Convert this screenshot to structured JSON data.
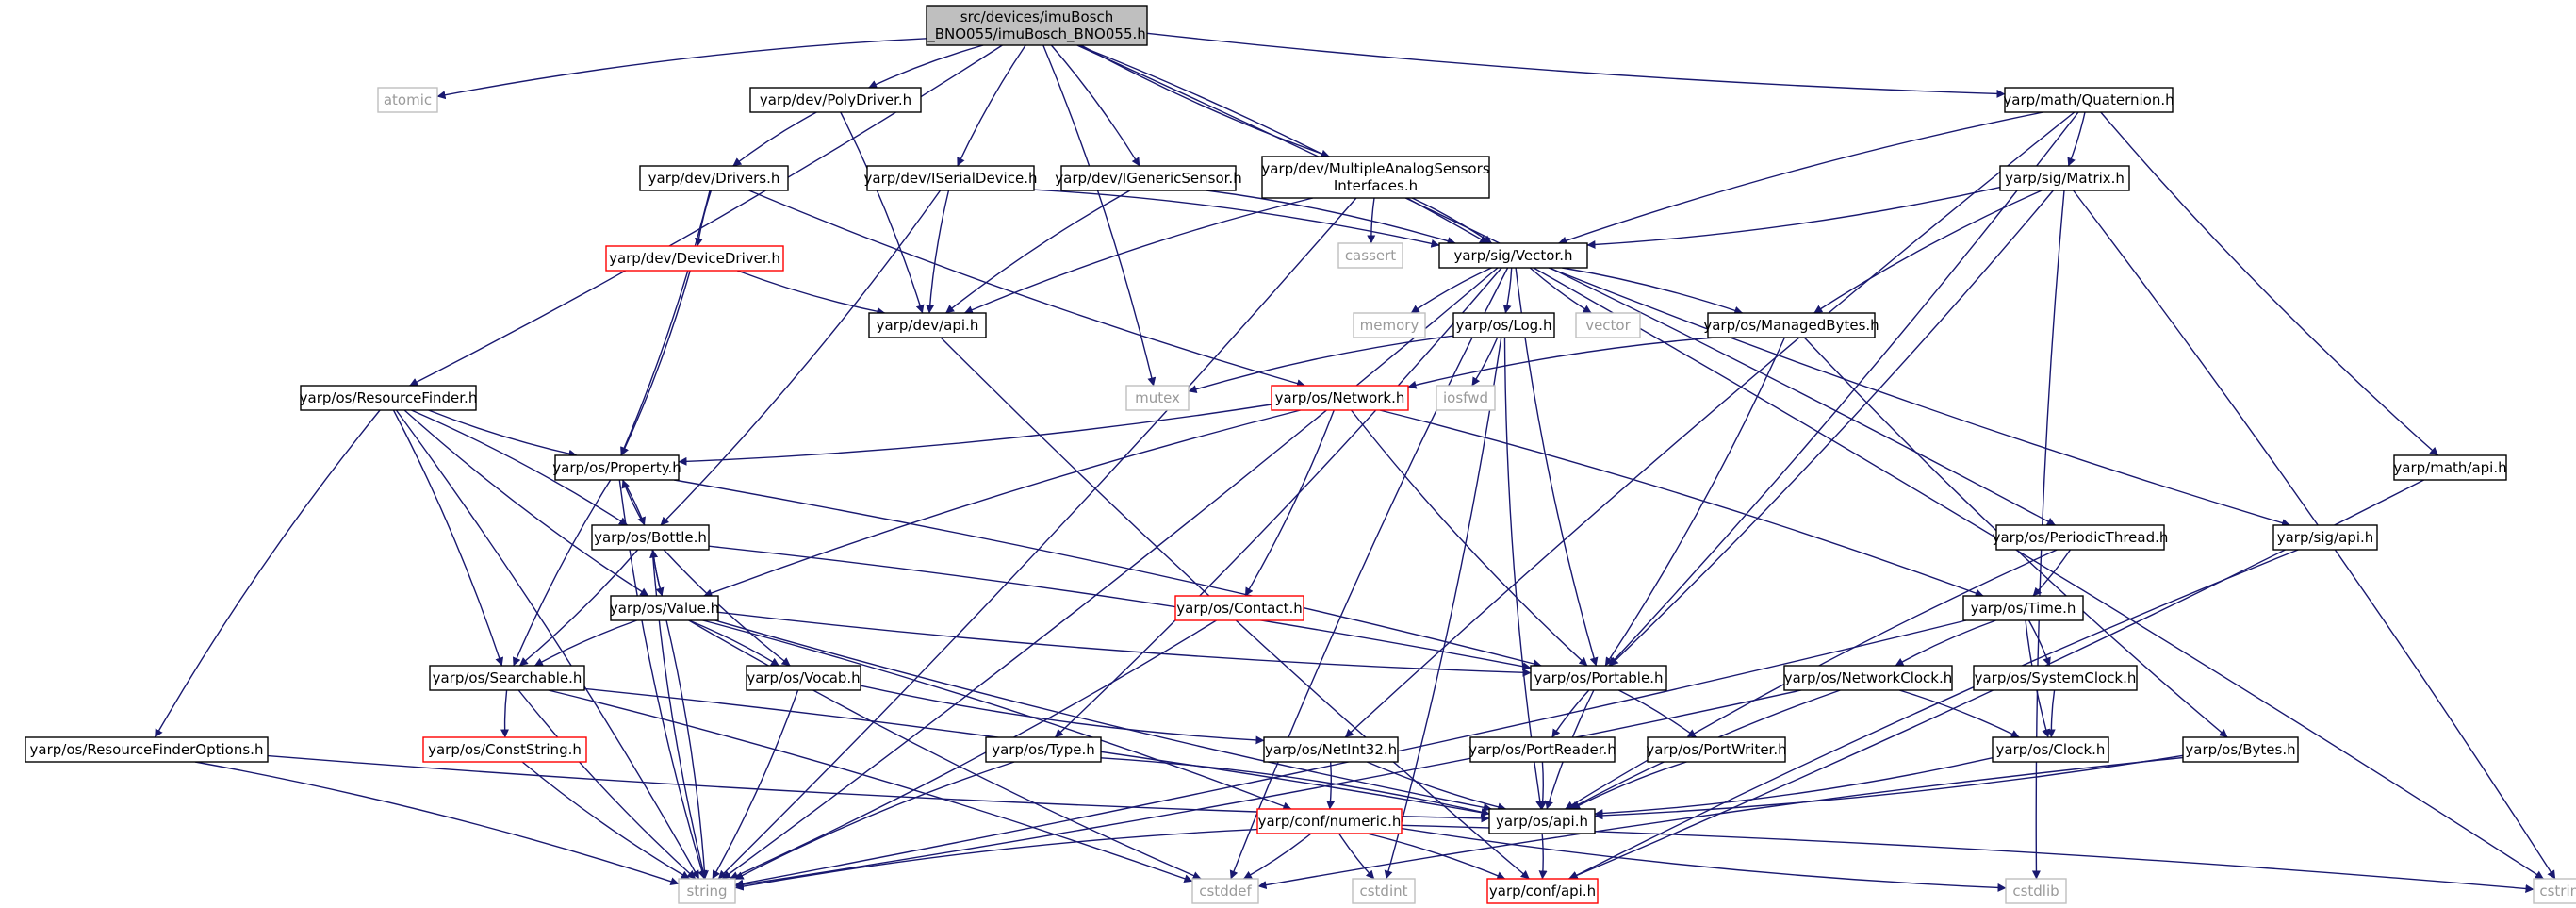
{
  "colors": {
    "edge": "#191970",
    "border_normal": "#000000",
    "border_external": "#bfbfbf",
    "border_incomplete": "#ff0000",
    "root_fill": "#bfbfbf",
    "text_normal": "#000000",
    "text_external": "#9a9a9a"
  },
  "nodes": [
    {
      "id": "root",
      "lines": [
        "src/devices/imuBosch",
        "_BNO055/imuBosch_BNO055.h"
      ],
      "kind": "root"
    },
    {
      "id": "atomic",
      "lines": [
        "atomic"
      ],
      "kind": "external"
    },
    {
      "id": "resfinder",
      "lines": [
        "yarp/os/ResourceFinder.h"
      ],
      "kind": "normal"
    },
    {
      "id": "polydriver",
      "lines": [
        "yarp/dev/PolyDriver.h"
      ],
      "kind": "normal"
    },
    {
      "id": "iserial",
      "lines": [
        "yarp/dev/ISerialDevice.h"
      ],
      "kind": "normal"
    },
    {
      "id": "igeneric",
      "lines": [
        "yarp/dev/IGenericSensor.h"
      ],
      "kind": "normal"
    },
    {
      "id": "multianalog",
      "lines": [
        "yarp/dev/MultipleAnalogSensors",
        "Interfaces.h"
      ],
      "kind": "normal"
    },
    {
      "id": "quaternion",
      "lines": [
        "yarp/math/Quaternion.h"
      ],
      "kind": "normal"
    },
    {
      "id": "drivers",
      "lines": [
        "yarp/dev/Drivers.h"
      ],
      "kind": "normal"
    },
    {
      "id": "devicedriver",
      "lines": [
        "yarp/dev/DeviceDriver.h"
      ],
      "kind": "incomplete"
    },
    {
      "id": "devapi",
      "lines": [
        "yarp/dev/api.h"
      ],
      "kind": "normal"
    },
    {
      "id": "sigmatrix",
      "lines": [
        "yarp/sig/Matrix.h"
      ],
      "kind": "normal"
    },
    {
      "id": "cassert",
      "lines": [
        "cassert"
      ],
      "kind": "external"
    },
    {
      "id": "sigvector",
      "lines": [
        "yarp/sig/Vector.h"
      ],
      "kind": "normal"
    },
    {
      "id": "memory",
      "lines": [
        "memory"
      ],
      "kind": "external"
    },
    {
      "id": "oslog",
      "lines": [
        "yarp/os/Log.h"
      ],
      "kind": "normal"
    },
    {
      "id": "vector",
      "lines": [
        "vector"
      ],
      "kind": "external"
    },
    {
      "id": "managedbytes",
      "lines": [
        "yarp/os/ManagedBytes.h"
      ],
      "kind": "normal"
    },
    {
      "id": "mutex",
      "lines": [
        "mutex"
      ],
      "kind": "external"
    },
    {
      "id": "iosfwd",
      "lines": [
        "iosfwd"
      ],
      "kind": "external"
    },
    {
      "id": "network",
      "lines": [
        "yarp/os/Network.h"
      ],
      "kind": "incomplete"
    },
    {
      "id": "mathapi",
      "lines": [
        "yarp/math/api.h"
      ],
      "kind": "normal"
    },
    {
      "id": "property",
      "lines": [
        "yarp/os/Property.h"
      ],
      "kind": "normal"
    },
    {
      "id": "bottle",
      "lines": [
        "yarp/os/Bottle.h"
      ],
      "kind": "normal"
    },
    {
      "id": "periodic",
      "lines": [
        "yarp/os/PeriodicThread.h"
      ],
      "kind": "normal"
    },
    {
      "id": "sigapi",
      "lines": [
        "yarp/sig/api.h"
      ],
      "kind": "normal"
    },
    {
      "id": "value",
      "lines": [
        "yarp/os/Value.h"
      ],
      "kind": "normal"
    },
    {
      "id": "contact",
      "lines": [
        "yarp/os/Contact.h"
      ],
      "kind": "incomplete"
    },
    {
      "id": "time",
      "lines": [
        "yarp/os/Time.h"
      ],
      "kind": "normal"
    },
    {
      "id": "searchable",
      "lines": [
        "yarp/os/Searchable.h"
      ],
      "kind": "normal"
    },
    {
      "id": "vocab",
      "lines": [
        "yarp/os/Vocab.h"
      ],
      "kind": "normal"
    },
    {
      "id": "portable",
      "lines": [
        "yarp/os/Portable.h"
      ],
      "kind": "normal"
    },
    {
      "id": "netclock",
      "lines": [
        "yarp/os/NetworkClock.h"
      ],
      "kind": "normal"
    },
    {
      "id": "sysclock",
      "lines": [
        "yarp/os/SystemClock.h"
      ],
      "kind": "normal"
    },
    {
      "id": "resfinderopts",
      "lines": [
        "yarp/os/ResourceFinderOptions.h"
      ],
      "kind": "normal"
    },
    {
      "id": "conststring",
      "lines": [
        "yarp/os/ConstString.h"
      ],
      "kind": "incomplete"
    },
    {
      "id": "ostype",
      "lines": [
        "yarp/os/Type.h"
      ],
      "kind": "normal"
    },
    {
      "id": "netint32",
      "lines": [
        "yarp/os/NetInt32.h"
      ],
      "kind": "normal"
    },
    {
      "id": "portreader",
      "lines": [
        "yarp/os/PortReader.h"
      ],
      "kind": "normal"
    },
    {
      "id": "portwriter",
      "lines": [
        "yarp/os/PortWriter.h"
      ],
      "kind": "normal"
    },
    {
      "id": "osclock",
      "lines": [
        "yarp/os/Clock.h"
      ],
      "kind": "normal"
    },
    {
      "id": "osbytes",
      "lines": [
        "yarp/os/Bytes.h"
      ],
      "kind": "normal"
    },
    {
      "id": "confnumeric",
      "lines": [
        "yarp/conf/numeric.h"
      ],
      "kind": "incomplete"
    },
    {
      "id": "osapi",
      "lines": [
        "yarp/os/api.h"
      ],
      "kind": "normal"
    },
    {
      "id": "string",
      "lines": [
        "string"
      ],
      "kind": "external"
    },
    {
      "id": "cstddef",
      "lines": [
        "cstddef"
      ],
      "kind": "external"
    },
    {
      "id": "cstdint",
      "lines": [
        "cstdint"
      ],
      "kind": "external"
    },
    {
      "id": "confapi",
      "lines": [
        "yarp/conf/api.h"
      ],
      "kind": "incomplete"
    },
    {
      "id": "cstdlib",
      "lines": [
        "cstdlib"
      ],
      "kind": "external"
    },
    {
      "id": "cstring",
      "lines": [
        "cstring"
      ],
      "kind": "external"
    }
  ],
  "edges": [
    [
      "root",
      "atomic"
    ],
    [
      "root",
      "resfinder"
    ],
    [
      "root",
      "polydriver"
    ],
    [
      "root",
      "mutex"
    ],
    [
      "root",
      "iserial"
    ],
    [
      "root",
      "igeneric"
    ],
    [
      "root",
      "multianalog"
    ],
    [
      "root",
      "sigvector"
    ],
    [
      "root",
      "quaternion"
    ],
    [
      "root",
      "periodic"
    ],
    [
      "resfinder",
      "property"
    ],
    [
      "resfinder",
      "bottle"
    ],
    [
      "resfinder",
      "value"
    ],
    [
      "resfinder",
      "searchable"
    ],
    [
      "resfinder",
      "resfinderopts"
    ],
    [
      "resfinder",
      "string"
    ],
    [
      "polydriver",
      "drivers"
    ],
    [
      "polydriver",
      "devapi"
    ],
    [
      "drivers",
      "devicedriver"
    ],
    [
      "drivers",
      "property"
    ],
    [
      "drivers",
      "network"
    ],
    [
      "devicedriver",
      "property"
    ],
    [
      "devicedriver",
      "devapi"
    ],
    [
      "iserial",
      "bottle"
    ],
    [
      "iserial",
      "devapi"
    ],
    [
      "iserial",
      "sigvector"
    ],
    [
      "igeneric",
      "devapi"
    ],
    [
      "igeneric",
      "sigvector"
    ],
    [
      "multianalog",
      "devapi"
    ],
    [
      "multianalog",
      "sigvector"
    ],
    [
      "multianalog",
      "cassert"
    ],
    [
      "multianalog",
      "string"
    ],
    [
      "quaternion",
      "sigvector"
    ],
    [
      "quaternion",
      "sigmatrix"
    ],
    [
      "quaternion",
      "mathapi"
    ],
    [
      "quaternion",
      "portable"
    ],
    [
      "quaternion",
      "netint32"
    ],
    [
      "sigmatrix",
      "sigvector"
    ],
    [
      "sigmatrix",
      "managedbytes"
    ],
    [
      "sigmatrix",
      "portable"
    ],
    [
      "sigmatrix",
      "cstdlib"
    ],
    [
      "sigmatrix",
      "cstring"
    ],
    [
      "sigvector",
      "memory"
    ],
    [
      "sigvector",
      "oslog"
    ],
    [
      "sigvector",
      "vector"
    ],
    [
      "sigvector",
      "managedbytes"
    ],
    [
      "sigvector",
      "portable"
    ],
    [
      "sigvector",
      "ostype"
    ],
    [
      "sigvector",
      "sigapi"
    ],
    [
      "sigvector",
      "string"
    ],
    [
      "sigvector",
      "cstddef"
    ],
    [
      "sigvector",
      "cstring"
    ],
    [
      "oslog",
      "mutex"
    ],
    [
      "oslog",
      "iosfwd"
    ],
    [
      "oslog",
      "osapi"
    ],
    [
      "oslog",
      "cstdint"
    ],
    [
      "managedbytes",
      "network"
    ],
    [
      "managedbytes",
      "portable"
    ],
    [
      "managedbytes",
      "osbytes"
    ],
    [
      "network",
      "property"
    ],
    [
      "network",
      "value"
    ],
    [
      "network",
      "contact"
    ],
    [
      "network",
      "portable"
    ],
    [
      "network",
      "time"
    ],
    [
      "devapi",
      "confapi"
    ],
    [
      "mathapi",
      "confapi"
    ],
    [
      "sigapi",
      "confapi"
    ],
    [
      "property",
      "bottle"
    ],
    [
      "property",
      "searchable"
    ],
    [
      "property",
      "portable"
    ],
    [
      "property",
      "string"
    ],
    [
      "bottle",
      "property"
    ],
    [
      "bottle",
      "value"
    ],
    [
      "bottle",
      "searchable"
    ],
    [
      "bottle",
      "vocab"
    ],
    [
      "bottle",
      "portable"
    ],
    [
      "bottle",
      "string"
    ],
    [
      "periodic",
      "time"
    ],
    [
      "periodic",
      "osapi"
    ],
    [
      "value",
      "bottle"
    ],
    [
      "value",
      "searchable"
    ],
    [
      "value",
      "vocab"
    ],
    [
      "value",
      "portable"
    ],
    [
      "value",
      "confnumeric"
    ],
    [
      "value",
      "osapi"
    ],
    [
      "value",
      "string"
    ],
    [
      "value",
      "cstddef"
    ],
    [
      "contact",
      "string"
    ],
    [
      "time",
      "netclock"
    ],
    [
      "time",
      "sysclock"
    ],
    [
      "time",
      "osclock"
    ],
    [
      "time",
      "string"
    ],
    [
      "searchable",
      "conststring"
    ],
    [
      "searchable",
      "osapi"
    ],
    [
      "searchable",
      "string"
    ],
    [
      "searchable",
      "cstddef"
    ],
    [
      "vocab",
      "netint32"
    ],
    [
      "vocab",
      "string"
    ],
    [
      "portable",
      "portreader"
    ],
    [
      "portable",
      "portwriter"
    ],
    [
      "portable",
      "osapi"
    ],
    [
      "netclock",
      "osclock"
    ],
    [
      "netclock",
      "osapi"
    ],
    [
      "netclock",
      "string"
    ],
    [
      "sysclock",
      "osclock"
    ],
    [
      "osclock",
      "osapi"
    ],
    [
      "resfinderopts",
      "osapi"
    ],
    [
      "resfinderopts",
      "string"
    ],
    [
      "conststring",
      "string"
    ],
    [
      "ostype",
      "osapi"
    ],
    [
      "ostype",
      "string"
    ],
    [
      "netint32",
      "confnumeric"
    ],
    [
      "netint32",
      "osapi"
    ],
    [
      "portreader",
      "osapi"
    ],
    [
      "portwriter",
      "osapi"
    ],
    [
      "osbytes",
      "osapi"
    ],
    [
      "osbytes",
      "cstddef"
    ],
    [
      "osapi",
      "confapi"
    ],
    [
      "confnumeric",
      "string"
    ],
    [
      "confnumeric",
      "cstddef"
    ],
    [
      "confnumeric",
      "cstdint"
    ],
    [
      "confnumeric",
      "confapi"
    ],
    [
      "confnumeric",
      "cstdlib"
    ],
    [
      "confnumeric",
      "cstring"
    ]
  ]
}
